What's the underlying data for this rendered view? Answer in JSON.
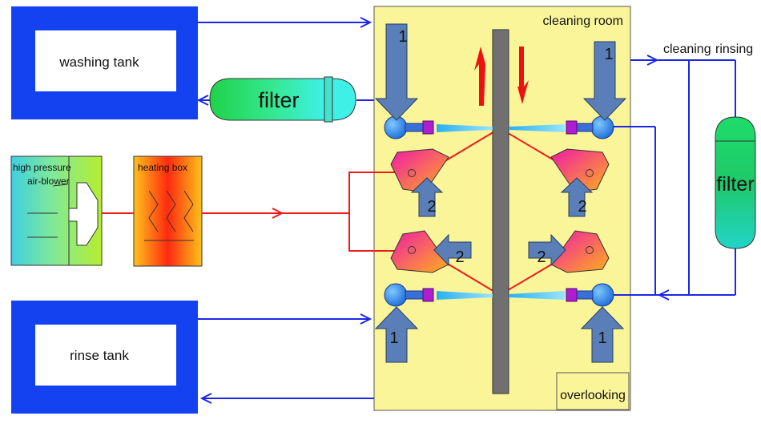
{
  "labels": {
    "washing_tank": "washing tank",
    "rinse_tank": "rinse tank",
    "filter_left": "filter",
    "filter_right": "filter",
    "air_blower_line1": "high pressure",
    "air_blower_line2": "air-blower",
    "heating_box": "heating box",
    "cleaning_room": "cleaning room",
    "overlooking": "overlooking",
    "cleaning": "cleaning",
    "rinsing": "rinsing",
    "nozzle_label_1": "1",
    "nozzle_label_2": "2"
  },
  "colors": {
    "tank_blue": "#1442f0",
    "room_fill": "#fbf59a",
    "pipe_blue": "#1c28e6",
    "air_red": "#ee1c1c",
    "belt_gray": "#707070",
    "arrow_fill": "#5a7fb8",
    "motion_red": "#ee1111"
  }
}
